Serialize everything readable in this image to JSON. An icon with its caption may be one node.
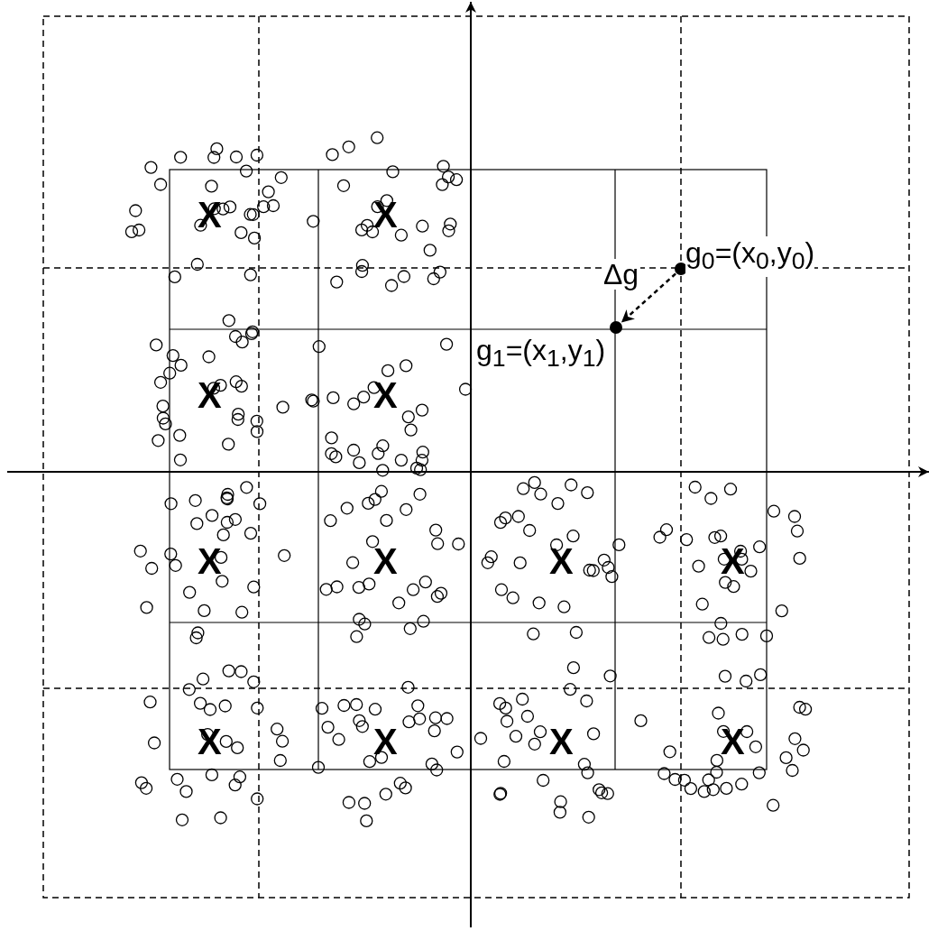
{
  "diagram": {
    "nodes": [
      {
        "text": [],
        "shape": "circle",
        "beside": [
          "g$_{0}$=(x$_{0}$,y$_{0}$)"
        ]
      },
      {
        "text": [],
        "shape": "circle",
        "beside": [
          "g$_{1}$=(x$_{1}$,y$_{1}$)"
        ]
      }
    ],
    "edges": [
      {
        "from": 0,
        "to": 1,
        "arrow": "to",
        "style": "dashed",
        "label": "Δg"
      }
    ],
    "labels": [
      "X",
      "X",
      "X",
      "X",
      "X",
      "X",
      "X",
      "X",
      "X",
      "X",
      "X",
      "X"
    ]
  }
}
